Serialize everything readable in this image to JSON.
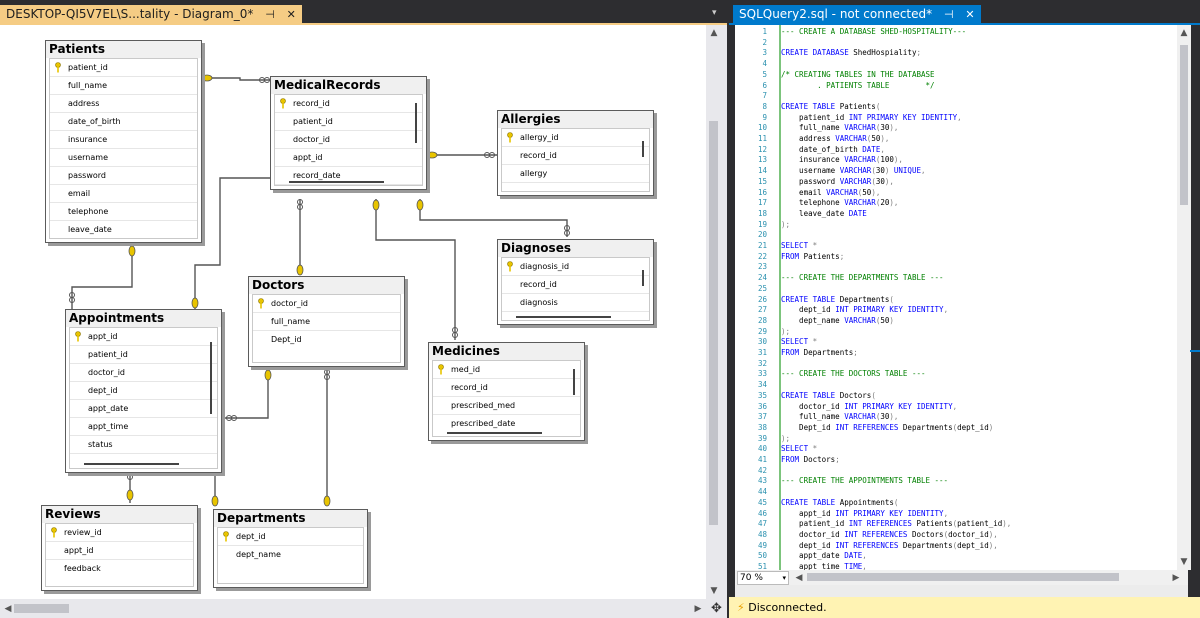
{
  "left_tab": {
    "title": "DESKTOP-QI5V7EL\\S...tality - Diagram_0*",
    "pin": "⊣",
    "close": "✕"
  },
  "right_tab": {
    "title": "SQLQuery2.sql - not connected*",
    "pin": "⊣",
    "close": "✕"
  },
  "tables": {
    "patients": {
      "title": "Patients",
      "rows": [
        "patient_id",
        "full_name",
        "address",
        "date_of_birth",
        "insurance",
        "username",
        "password",
        "email",
        "telephone",
        "leave_date"
      ]
    },
    "medical_records": {
      "title": "MedicalRecords",
      "rows": [
        "record_id",
        "patient_id",
        "doctor_id",
        "appt_id",
        "record_date"
      ]
    },
    "allergies": {
      "title": "Allergies",
      "rows": [
        "allergy_id",
        "record_id",
        "allergy"
      ]
    },
    "diagnoses": {
      "title": "Diagnoses",
      "rows": [
        "diagnosis_id",
        "record_id",
        "diagnosis"
      ]
    },
    "doctors": {
      "title": "Doctors",
      "rows": [
        "doctor_id",
        "full_name",
        "Dept_id"
      ]
    },
    "appointments": {
      "title": "Appointments",
      "rows": [
        "appt_id",
        "patient_id",
        "doctor_id",
        "dept_id",
        "appt_date",
        "appt_time",
        "status"
      ]
    },
    "medicines": {
      "title": "Medicines",
      "rows": [
        "med_id",
        "record_id",
        "prescribed_med",
        "prescribed_date"
      ]
    },
    "reviews": {
      "title": "Reviews",
      "rows": [
        "review_id",
        "appt_id",
        "feedback"
      ]
    },
    "departments": {
      "title": "Departments",
      "rows": [
        "dept_id",
        "dept_name"
      ]
    }
  },
  "sql_lines": [
    "--- CREATE A DATABASE SHED-HOSPITALITY---",
    "",
    "CREATE DATABASE ShedHospiality;",
    "",
    "/* CREATING TABLES IN THE DATABASE",
    "        . PATIENTS TABLE        */",
    "",
    "CREATE TABLE Patients(",
    "    patient_id INT PRIMARY KEY IDENTITY,",
    "    full_name VARCHAR(30),",
    "    address VARCHAR(50),",
    "    date_of_birth DATE,",
    "    insurance VARCHAR(100),",
    "    username VARCHAR(30) UNIQUE,",
    "    password VARCHAR(30),",
    "    email VARCHAR(50),",
    "    telephone VARCHAR(20),",
    "    leave_date DATE",
    ");",
    "",
    "SELECT *",
    "FROM Patients;",
    "",
    "--- CREATE THE DEPARTMENTS TABLE ---",
    "",
    "CREATE TABLE Departments(",
    "    dept_id INT PRIMARY KEY IDENTITY,",
    "    dept_name VARCHAR(50)",
    ");",
    "SELECT *",
    "FROM Departments;",
    "",
    "--- CREATE THE DOCTORS TABLE ---",
    "",
    "CREATE TABLE Doctors(",
    "    doctor_id INT PRIMARY KEY IDENTITY,",
    "    full_name VARCHAR(30),",
    "    Dept_id INT REFERENCES Departments(dept_id)",
    ");",
    "SELECT *",
    "FROM Doctors;",
    "",
    "--- CREATE THE APPOINTMENTS TABLE ---",
    "",
    "CREATE TABLE Appointments(",
    "    appt_id INT PRIMARY KEY IDENTITY,",
    "    patient_id INT REFERENCES Patients(patient_id),",
    "    doctor_id INT REFERENCES Doctors(doctor_id),",
    "    dept_id INT REFERENCES Departments(dept_id),",
    "    appt_date DATE,",
    "    appt_time TIME,"
  ],
  "zoom": {
    "value": "70 %"
  },
  "status": {
    "text": "Disconnected."
  },
  "colors": {
    "accent_blue": "#007acc",
    "tab_active": "#f5cc84",
    "keyword": "#0000ff",
    "comment": "#008000",
    "line_number": "#2b91af",
    "relation_key": "#e8c400"
  }
}
